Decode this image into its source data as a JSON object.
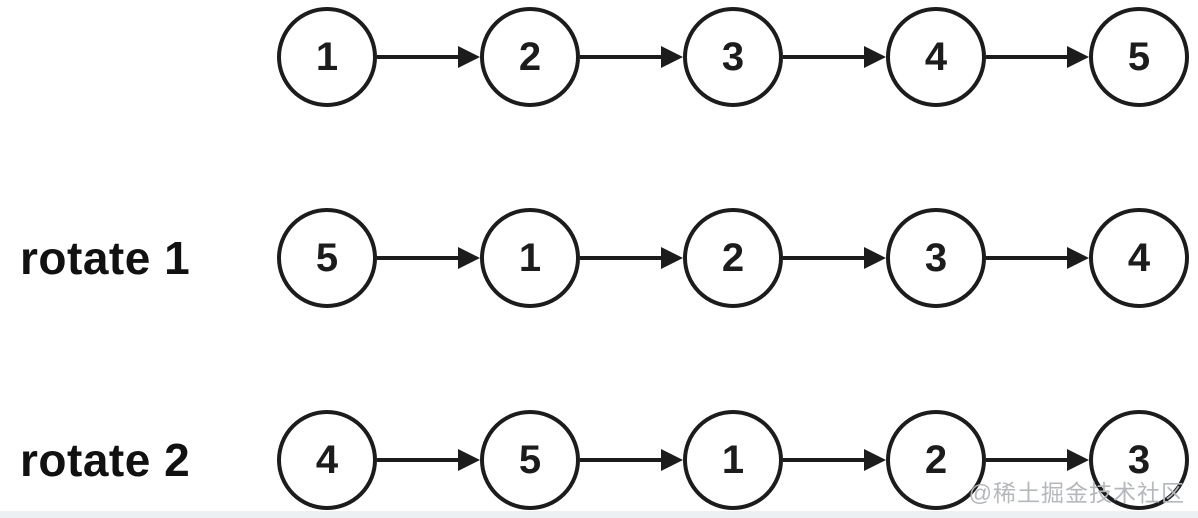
{
  "diagram": {
    "title_semantic": "linked-list-rotation",
    "rows": [
      {
        "label": "",
        "nodes": [
          "1",
          "2",
          "3",
          "4",
          "5"
        ]
      },
      {
        "label": "rotate 1",
        "nodes": [
          "5",
          "1",
          "2",
          "3",
          "4"
        ]
      },
      {
        "label": "rotate 2",
        "nodes": [
          "4",
          "5",
          "1",
          "2",
          "3"
        ]
      }
    ]
  },
  "watermark": "@稀土掘金技术社区",
  "colors": {
    "node_stroke": "#1c1c1c",
    "arrow": "#1c1c1c",
    "text": "#111111",
    "watermark": "#b5b8bb",
    "bottom_bar": "#edf0f2"
  }
}
